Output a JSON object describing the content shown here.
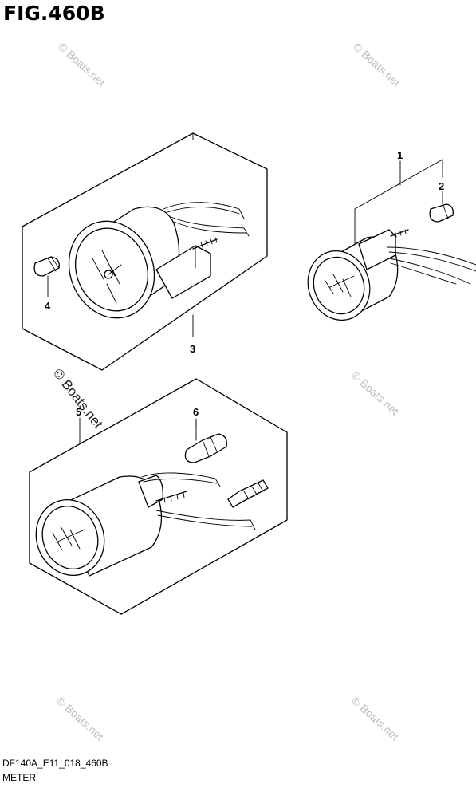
{
  "figure": {
    "title": "FIG.460B"
  },
  "footer": {
    "code": "DF140A_E11_018_460B",
    "name": "METER"
  },
  "callouts": [
    "1",
    "2",
    "3",
    "4",
    "5",
    "6"
  ],
  "watermark": {
    "text": "© Boats.net",
    "color": "#bdbdbd"
  },
  "watermark_dark": {
    "text": "© Boats.net",
    "color": "#222222"
  }
}
